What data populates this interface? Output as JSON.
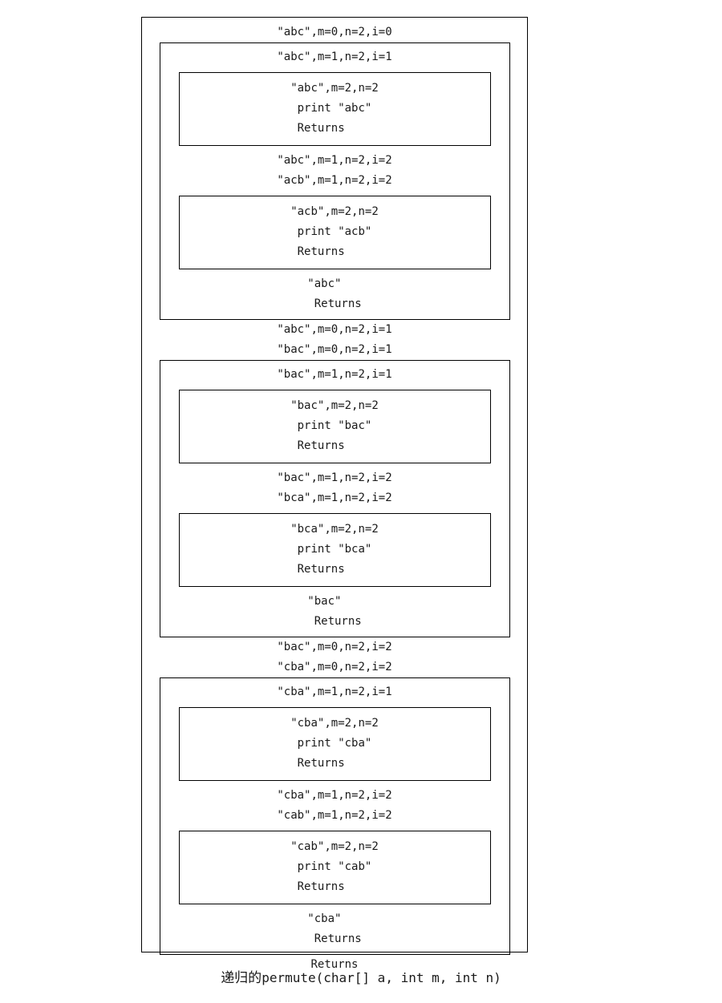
{
  "diagram": {
    "title_caption_prefix": "递归的",
    "title_caption_signature": "permute(char[] a, int m, int n)",
    "frame_border_color": "#000000",
    "background_color": "#ffffff",
    "text_color": "#1a1a1a",
    "outer": {
      "header": "\"abc\",m=0,n=2,i=0",
      "mid_1": "\"abc\",m=0,n=2,i=1",
      "mid_2": "\"bac\",m=0,n=2,i=1",
      "mid_3": "\"bac\",m=0,n=2,i=2",
      "mid_4": "\"cba\",m=0,n=2,i=2",
      "footer": "Returns"
    },
    "frames": [
      {
        "header": "\"abc\",m=1,n=2,i=1",
        "call_1": {
          "line_1": "\"abc\",m=2,n=2",
          "line_2": " print \"abc\"",
          "line_3": " Returns"
        },
        "mid_1": "\"abc\",m=1,n=2,i=2",
        "mid_2": "\"acb\",m=1,n=2,i=2",
        "call_2": {
          "line_1": "\"acb\",m=2,n=2",
          "line_2": " print \"acb\"",
          "line_3": " Returns"
        },
        "tail_1": "\"abc\"",
        "tail_2": " Returns"
      },
      {
        "header": "\"bac\",m=1,n=2,i=1",
        "call_1": {
          "line_1": "\"bac\",m=2,n=2",
          "line_2": " print \"bac\"",
          "line_3": " Returns"
        },
        "mid_1": "\"bac\",m=1,n=2,i=2",
        "mid_2": "\"bca\",m=1,n=2,i=2",
        "call_2": {
          "line_1": "\"bca\",m=2,n=2",
          "line_2": " print \"bca\"",
          "line_3": " Returns"
        },
        "tail_1": "\"bac\"",
        "tail_2": " Returns"
      },
      {
        "header": "\"cba\",m=1,n=2,i=1",
        "call_1": {
          "line_1": "\"cba\",m=2,n=2",
          "line_2": " print \"cba\"",
          "line_3": " Returns"
        },
        "mid_1": "\"cba\",m=1,n=2,i=2",
        "mid_2": "\"cab\",m=1,n=2,i=2",
        "call_2": {
          "line_1": "\"cab\",m=2,n=2",
          "line_2": " print \"cab\"",
          "line_3": " Returns"
        },
        "tail_1": "\"cba\"",
        "tail_2": " Returns"
      }
    ]
  }
}
